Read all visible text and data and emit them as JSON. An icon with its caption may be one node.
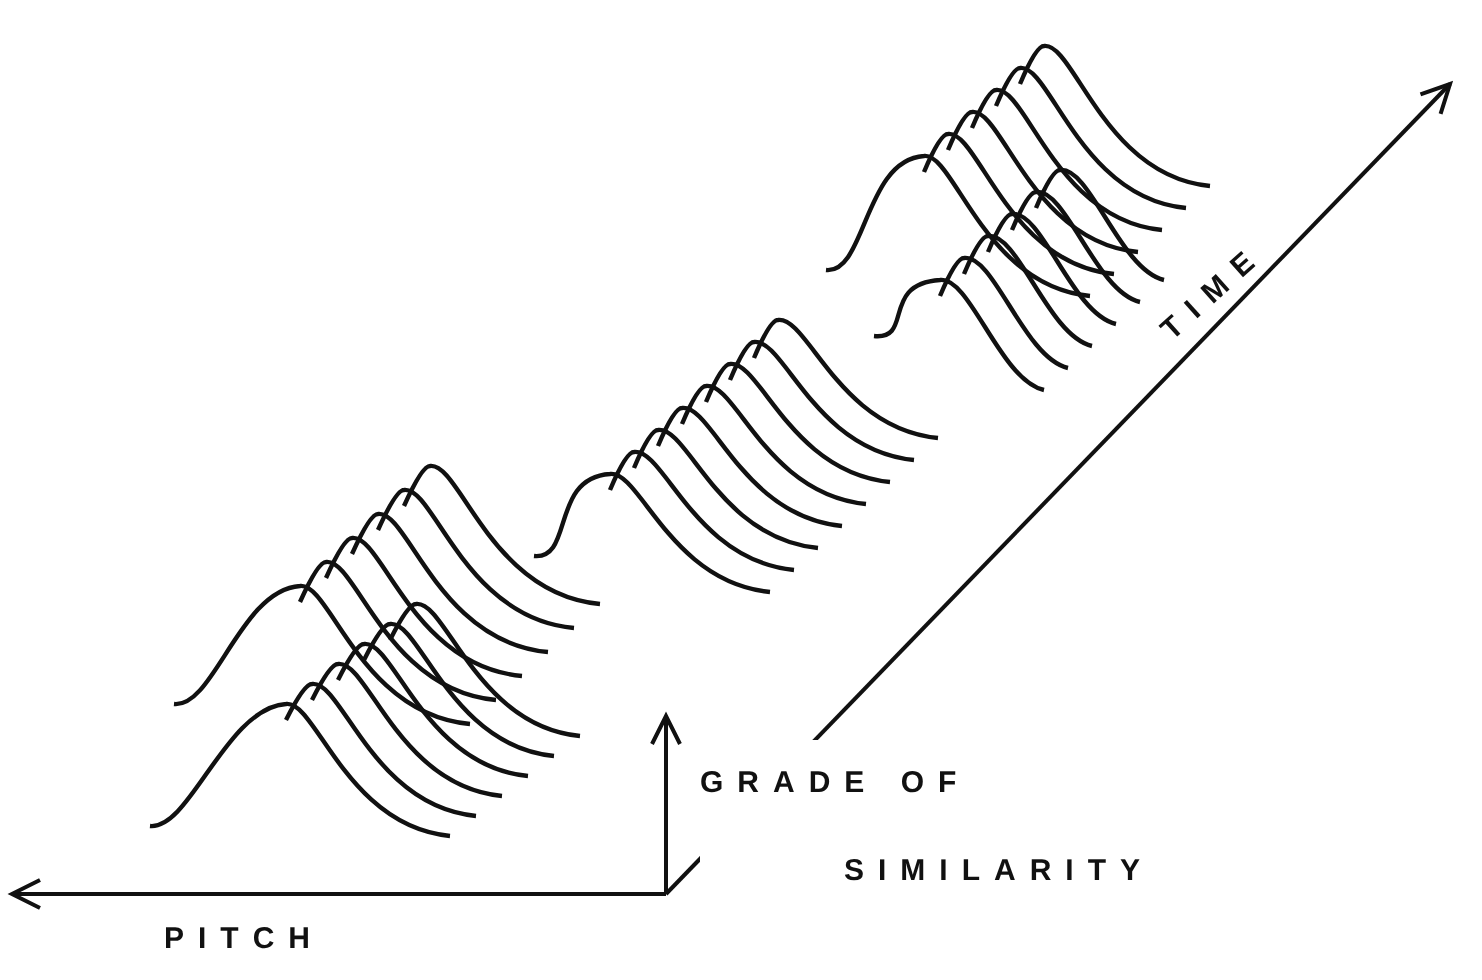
{
  "diagram": {
    "labels": [
      "TIME",
      "GRADE OF SIMILARITY",
      "PITCH"
    ]
  }
}
